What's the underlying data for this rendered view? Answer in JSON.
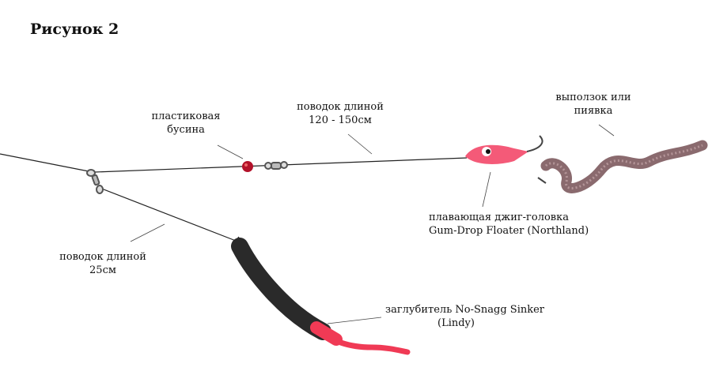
{
  "title": "Рисунок 2",
  "labels": {
    "bead": [
      "пластиковая",
      "бусина"
    ],
    "long_leader": [
      "поводок длиной",
      "120 - 150см"
    ],
    "worm": [
      "выползок или",
      "пиявка"
    ],
    "jig_head": [
      "плавающая джиг-головка",
      "Gum-Drop Floater (Northland)"
    ],
    "short_leader": [
      "поводок длиной",
      "25см"
    ],
    "sinker": [
      "заглубитель No-Snagg Sinker",
      "(Lindy)"
    ]
  },
  "colors": {
    "line": "#222222",
    "bead": "#b3122a",
    "jig": "#f45a78",
    "worm": "#8a6a6e",
    "sinker": "#2a2a2a",
    "sinker_tail": "#f03a55"
  }
}
